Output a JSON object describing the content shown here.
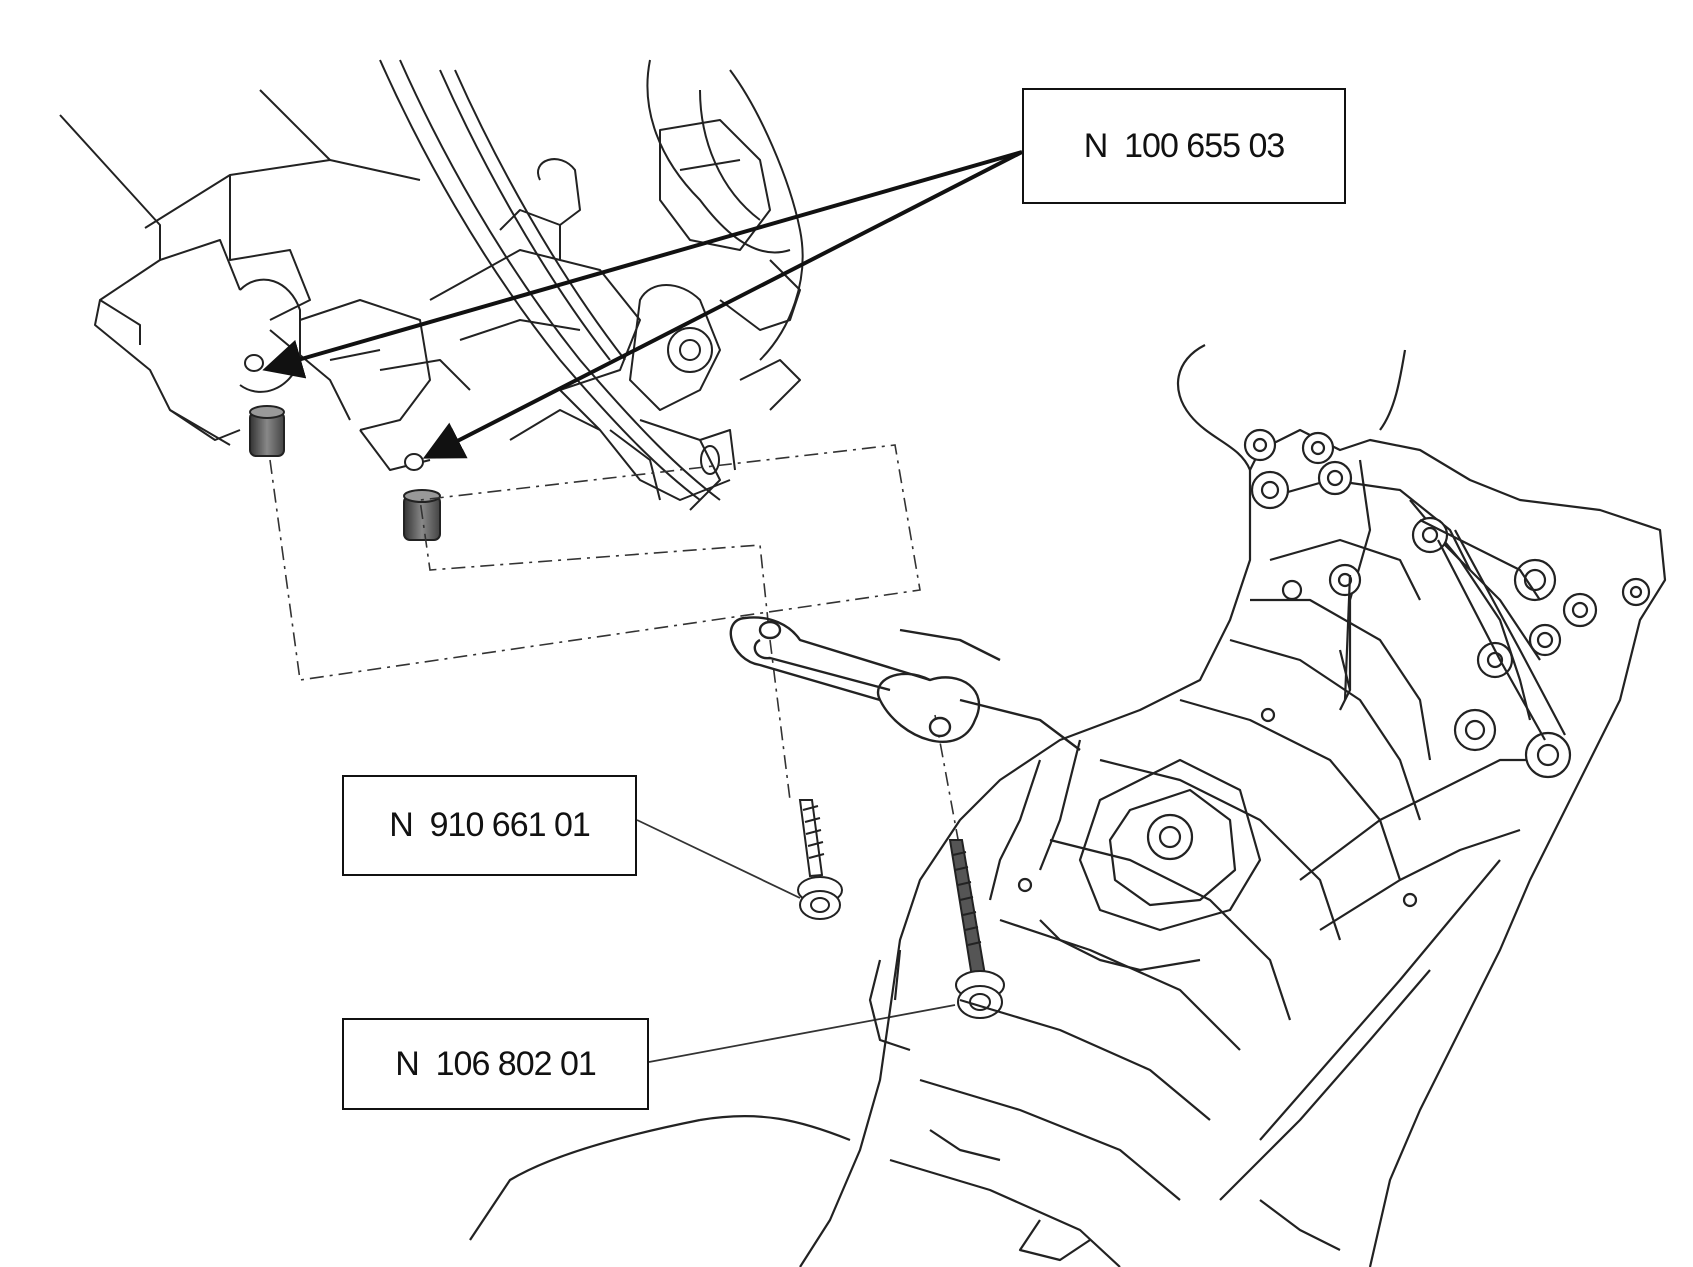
{
  "callouts": {
    "top": {
      "part_number": "N  100 655 03"
    },
    "middle": {
      "part_number": "N  910 661 01"
    },
    "bottom": {
      "part_number": "N  106 802 01"
    }
  },
  "colors": {
    "ink": "#111111",
    "bolt_shade": "#555555",
    "background": "#ffffff"
  }
}
